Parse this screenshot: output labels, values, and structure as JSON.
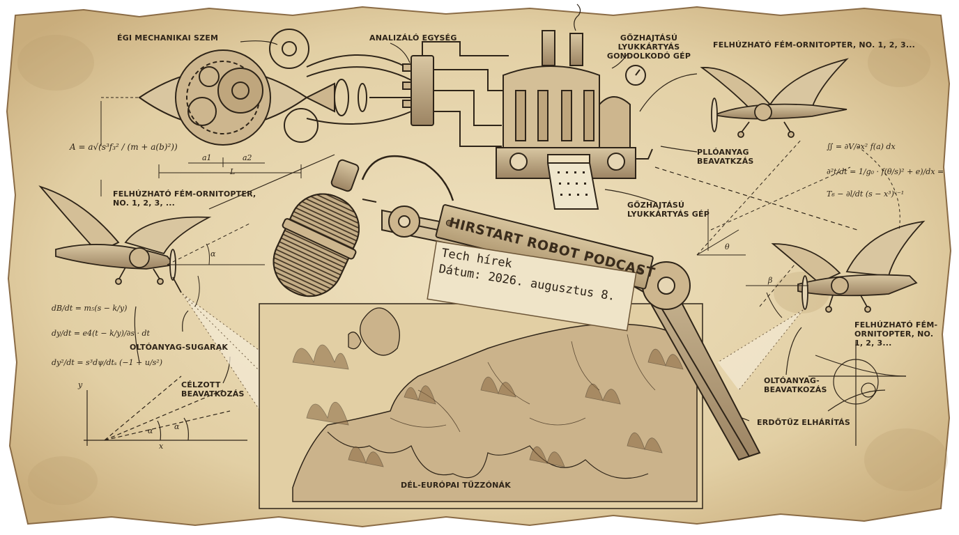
{
  "poster": {
    "title": "HIRSTART ROBOT PODCAST",
    "tag_line1": "Tech hírek",
    "tag_line2": "Dátum: 2026. augusztus 8."
  },
  "labels": {
    "eye": "ÉGI MECHANIKAI SZEM",
    "analyzer": "ANALIZÁLÓ EGYSÉG",
    "steam_machine": "GŐZHAJTÁSÚ LYUKKÁRTYÁS GONDOLKODÓ GÉP",
    "orni_top_right": "FELHÚZHATÓ FÉM-ORNITOPTER, No. 1, 2, 3...",
    "orni_left": "FELHÚZHATÓ FÉM-ORNITOPTER, No. 1, 2, 3, ...",
    "fluid_intervention": "PLLÓANYAG BEAVATKZÁS",
    "punchcard_machine": "GŐZHAJTÁSÚ LYUKKÁRTYÁS GÉP",
    "spray_left": "OLTÓANYAG-SUGARAK",
    "targeted": "CÉLZOTT BEAVATKOZÁS",
    "orni_right": "FELHÚZHATÓ FÉM-ORNITOPTER, No. 1, 2, 3...",
    "spray_right": "OLTÓANYAG-BEAVATKOZÁS",
    "wildfire": "ERDŐTŰZ ELHÁRÍTÁS",
    "zone": "DÉL-EURÓPAI TŰZZÓNÁK"
  },
  "dims": {
    "a1": "a1",
    "a2": "a2",
    "L": "L"
  },
  "angles": {
    "alpha": "α",
    "beta": "β",
    "theta": "θ"
  },
  "axes": {
    "x": "x",
    "y": "y"
  },
  "equations": {
    "area": "A = a√(s³f₃² / (m + a(b)²))",
    "left1": "dB/dt = m₅(s − k/y)",
    "left2": "dy/dt = e4(t − k/y)/∂s · dt",
    "left3": "dy²/dt = s³dψ/dtₛ (−1 + u/s²)",
    "right1": "∬ = ∂V/∂x² f(a) dx",
    "right2": "∂²t/dt = 1/g₀ · f(θ/s)² + e)/dx =",
    "right3": "T₆ − ∂l/dt (s − x³)ᵛ⁻¹"
  },
  "colors": {
    "parchment": "#e9d9b4",
    "ink": "#2e2418",
    "fire": "#8a6a44",
    "plate": "#c9b590"
  },
  "icons": {
    "eye": "mechanical-eye-icon",
    "analyzer": "junction-box-icon",
    "steam": "steam-engine-icon",
    "ornithopter": "ornithopter-icon",
    "microphone": "microphone-icon",
    "arm": "robot-arm-icon",
    "map": "europe-map-icon"
  }
}
